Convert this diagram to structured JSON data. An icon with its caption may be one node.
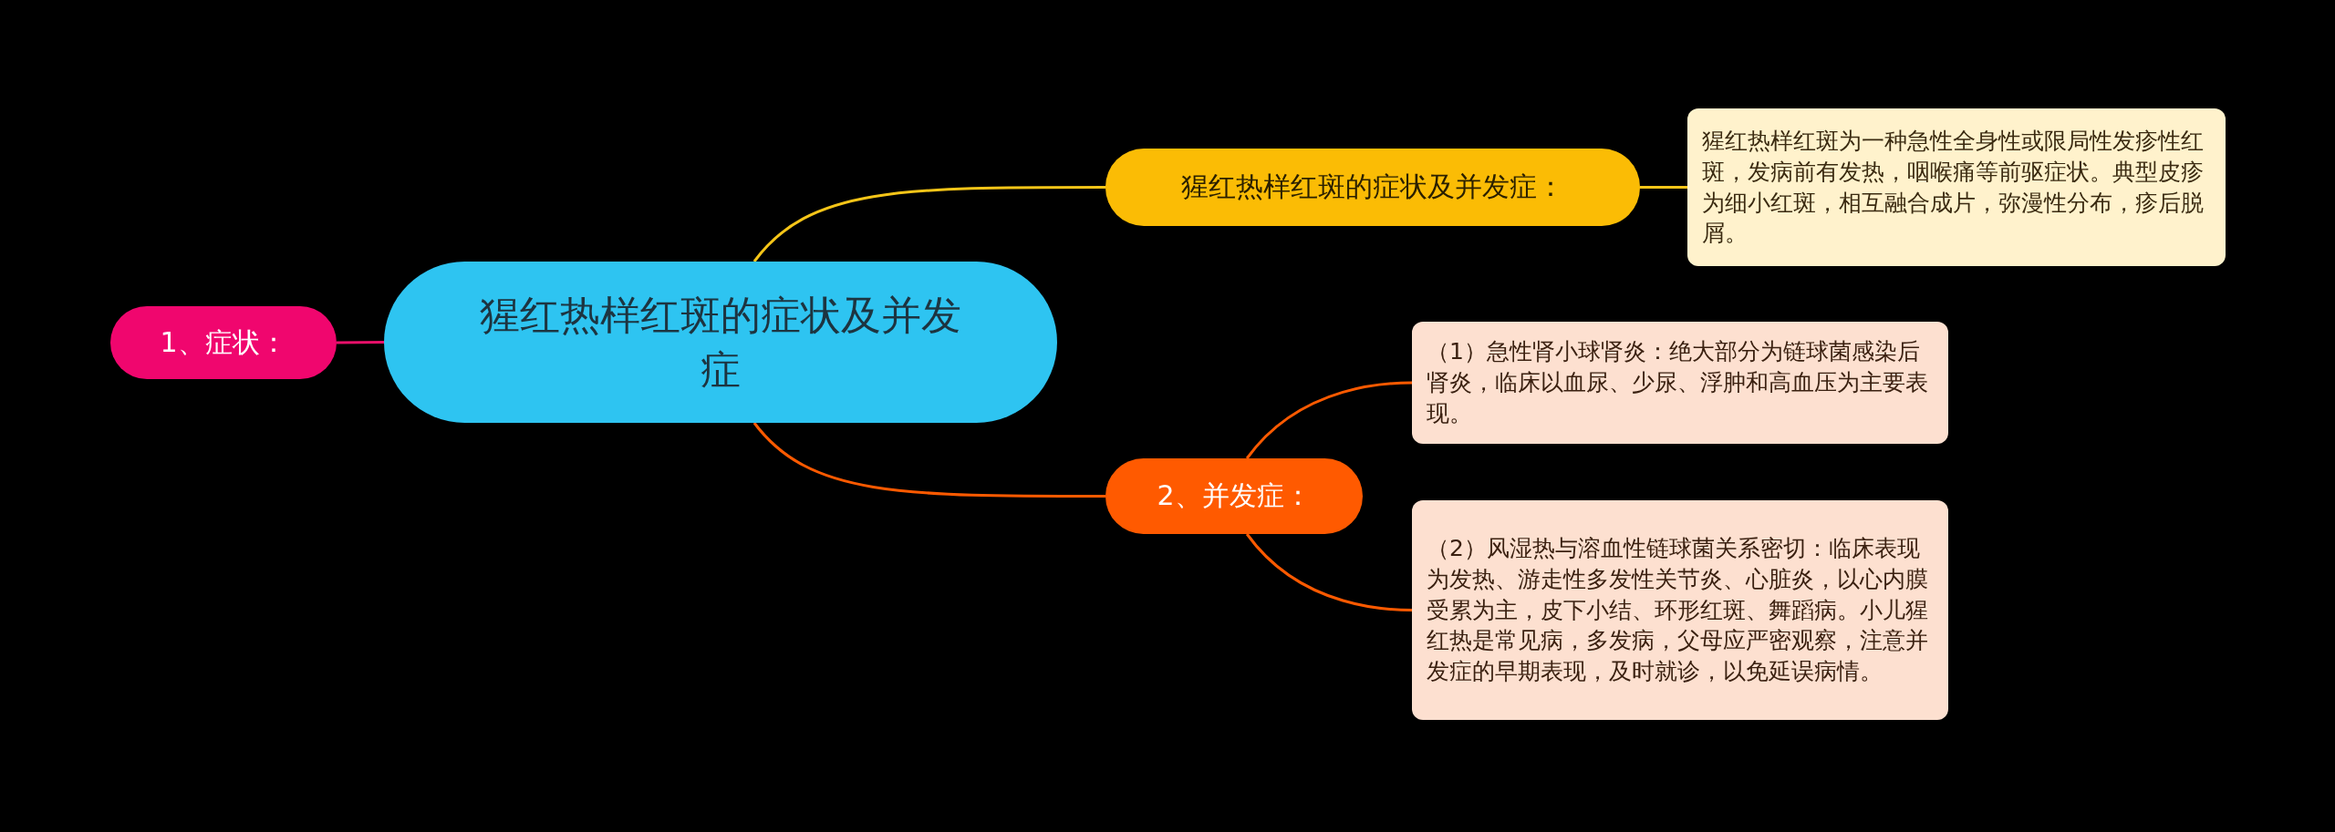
{
  "diagram": {
    "nodes": [
      {
        "text": [
          "猩红热样红斑的症状及并发症"
        ]
      },
      {
        "text": [
          "1、症状："
        ]
      },
      {
        "text": [
          "猩红热样红斑的症状及并发症："
        ]
      },
      {
        "text": [
          "猩红热样红斑为一种急性全身性或限局性发疹性红斑，发病前有发热，咽喉痛等前驱症状。典型皮疹为细小红斑，相互融合成片，弥漫性分布，疹后脱屑。"
        ]
      },
      {
        "text": [
          "2、并发症："
        ]
      },
      {
        "text": [
          "（1）急性肾小球肾炎：绝大部分为链球菌感染后肾炎，临床以血尿、少尿、浮肿和高血压为主要表现。"
        ]
      },
      {
        "text": [
          "（2）风湿热与溶血性链球菌关系密切：临床表现为发热、游走性多发性关节炎、心脏炎，以心内膜受累为主，皮下小结、环形红斑、舞蹈病。小儿猩红热是常见病，多发病，父母应严密观察，注意并发症的早期表现，及时就诊，以免延误病情。"
        ]
      }
    ],
    "edges": [
      {
        "from": 0,
        "to": 1,
        "arrow": "none",
        "color": "#e8106a"
      },
      {
        "from": 0,
        "to": 2,
        "arrow": "none",
        "color": "#f5c518"
      },
      {
        "from": 2,
        "to": 3,
        "arrow": "none",
        "color": "#f5c518"
      },
      {
        "from": 0,
        "to": 4,
        "arrow": "none",
        "color": "#ff5a00"
      },
      {
        "from": 4,
        "to": 5,
        "arrow": "none",
        "color": "#ff5a00"
      },
      {
        "from": 4,
        "to": 6,
        "arrow": "none",
        "color": "#ff5a00"
      }
    ]
  }
}
